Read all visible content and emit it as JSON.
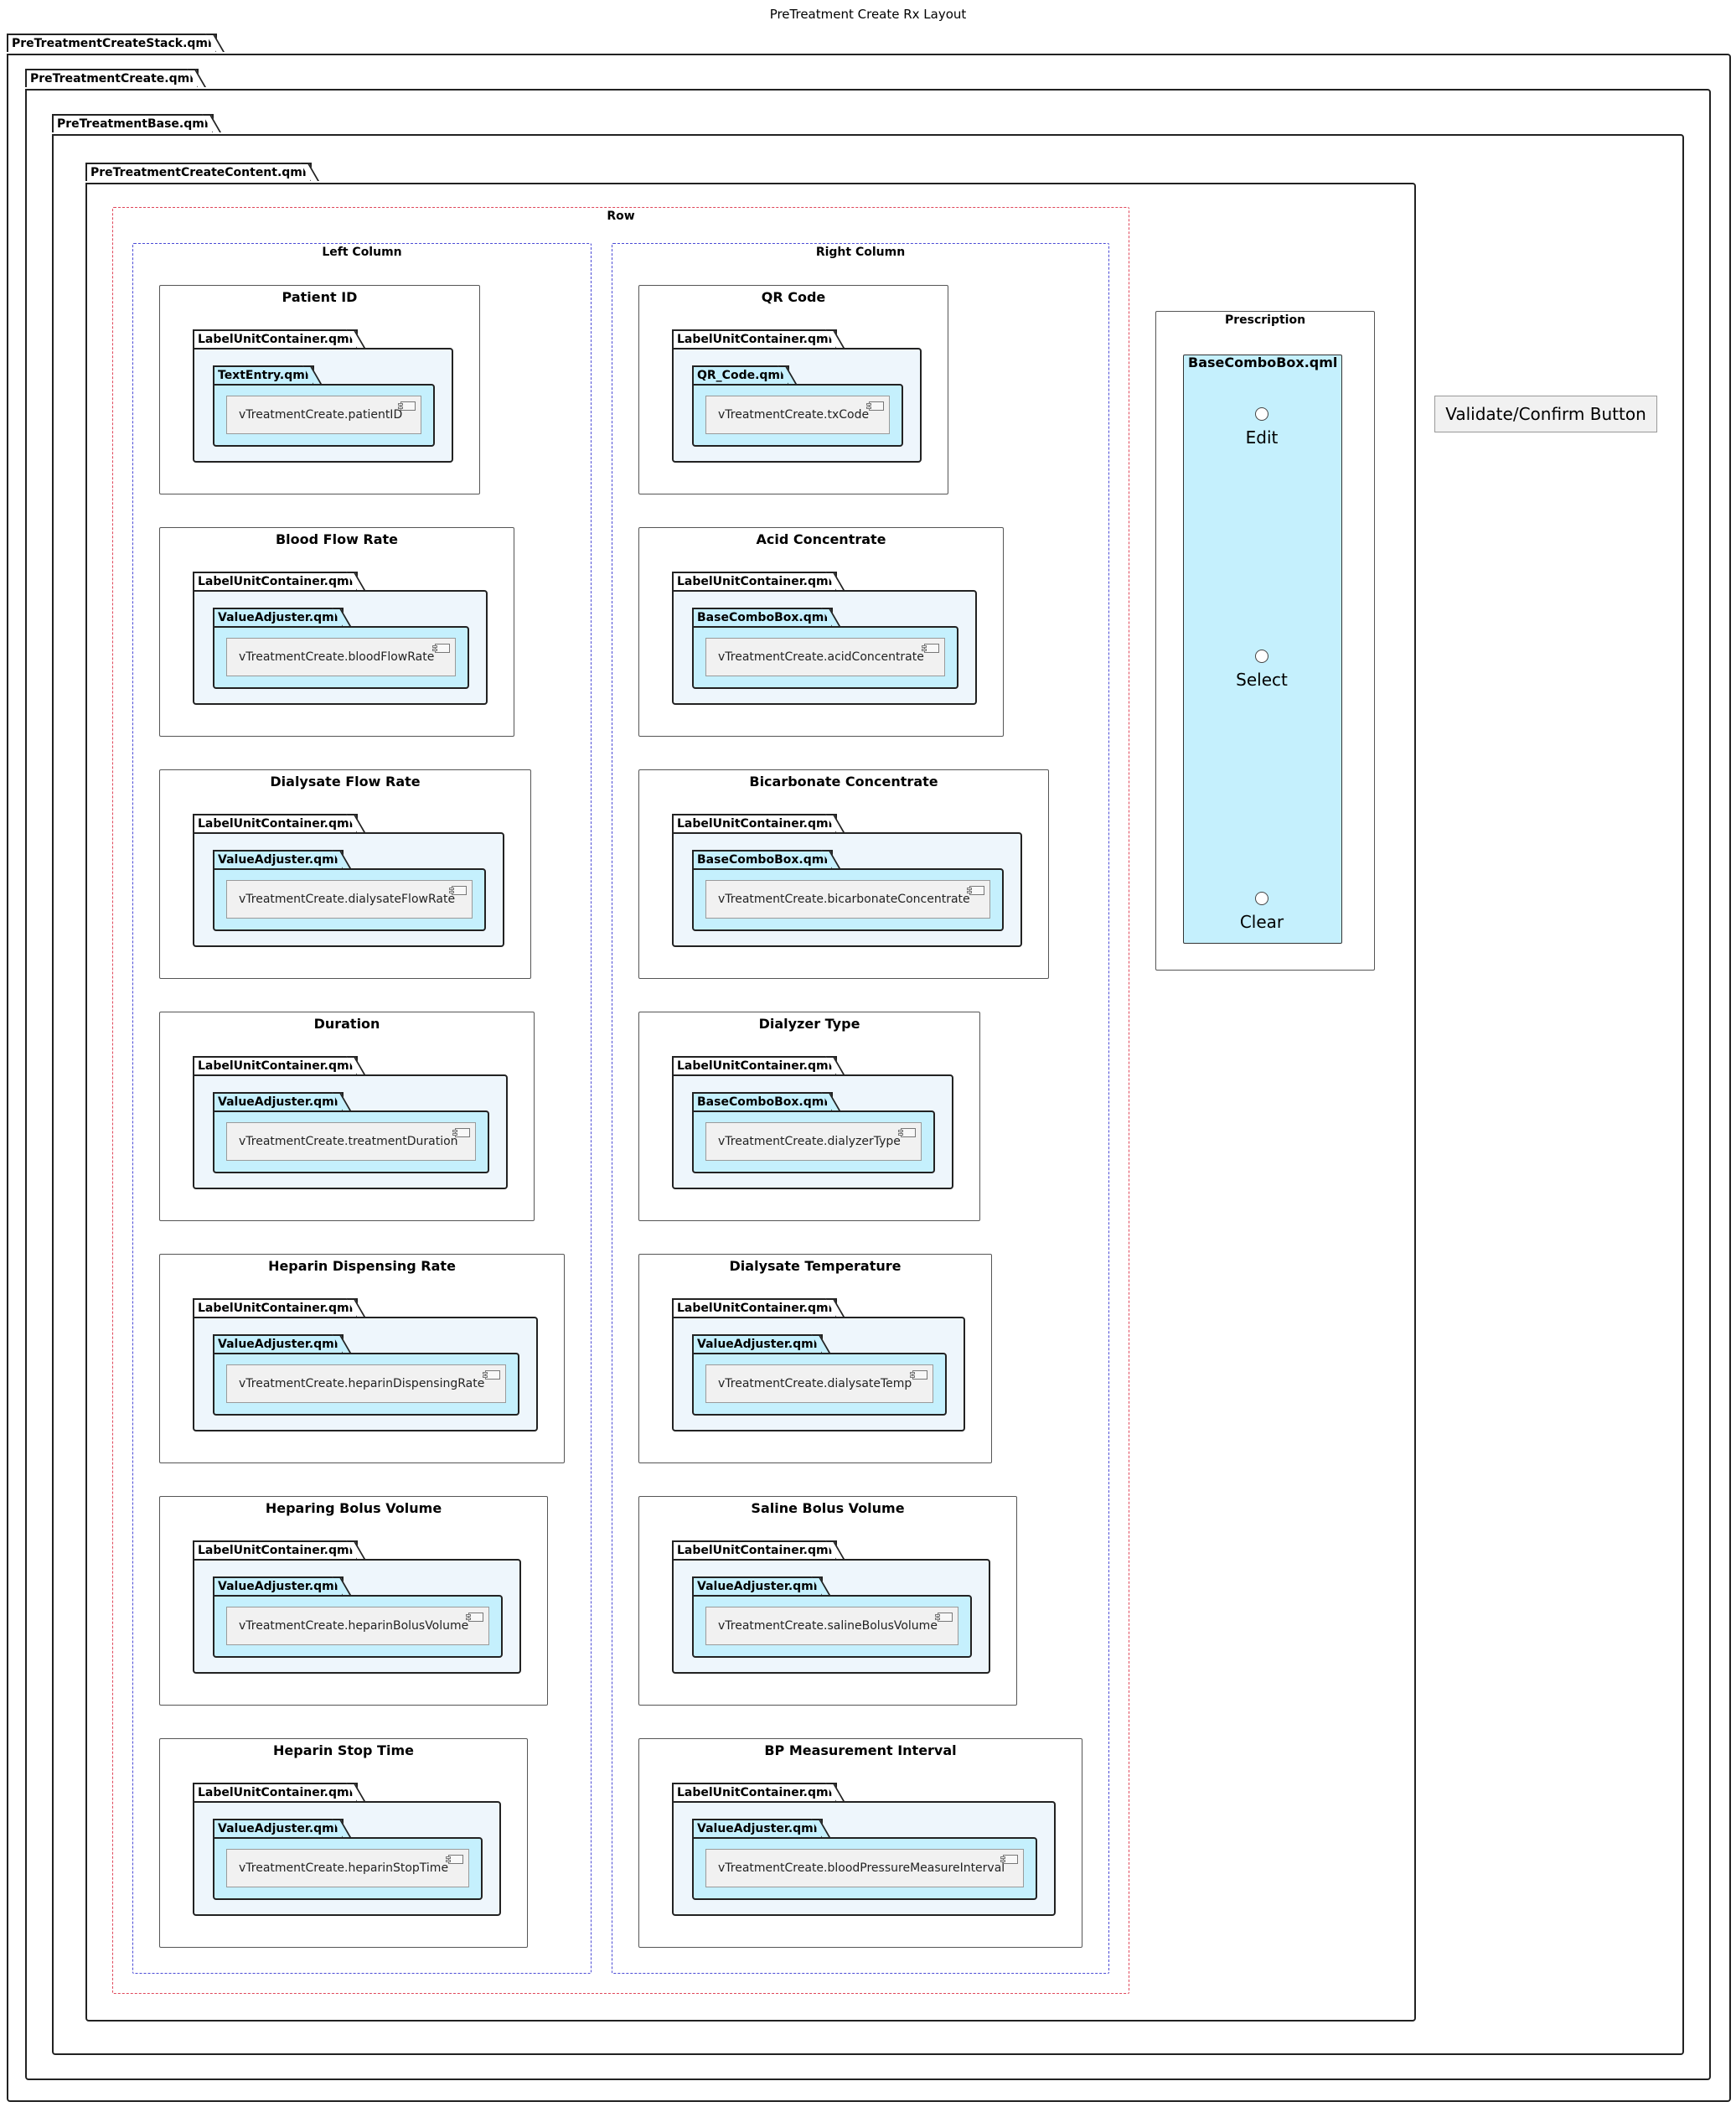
{
  "title": "PreTreatment Create Rx Layout",
  "packages": {
    "stack": "PreTreatmentCreateStack.qml",
    "create": "PreTreatmentCreate.qml",
    "base": "PreTreatmentBase.qml",
    "content": "PreTreatmentCreateContent.qml"
  },
  "row_label": "Row",
  "left_column": {
    "label": "Left Column",
    "groups": [
      {
        "title": "Patient ID",
        "container": "LabelUnitContainer.qml",
        "widget": "TextEntry.qml",
        "property": "vTreatmentCreate.patientID"
      },
      {
        "title": "Blood Flow Rate",
        "container": "LabelUnitContainer.qml",
        "widget": "ValueAdjuster.qml",
        "property": "vTreatmentCreate.bloodFlowRate"
      },
      {
        "title": "Dialysate Flow Rate",
        "container": "LabelUnitContainer.qml",
        "widget": "ValueAdjuster.qml",
        "property": "vTreatmentCreate.dialysateFlowRate"
      },
      {
        "title": "Duration",
        "container": "LabelUnitContainer.qml",
        "widget": "ValueAdjuster.qml",
        "property": "vTreatmentCreate.treatmentDuration"
      },
      {
        "title": "Heparin Dispensing Rate",
        "container": "LabelUnitContainer.qml",
        "widget": "ValueAdjuster.qml",
        "property": "vTreatmentCreate.heparinDispensingRate"
      },
      {
        "title": "Heparing Bolus Volume",
        "container": "LabelUnitContainer.qml",
        "widget": "ValueAdjuster.qml",
        "property": "vTreatmentCreate.heparinBolusVolume"
      },
      {
        "title": "Heparin Stop Time",
        "container": "LabelUnitContainer.qml",
        "widget": "ValueAdjuster.qml",
        "property": "vTreatmentCreate.heparinStopTime"
      }
    ]
  },
  "right_column": {
    "label": "Right Column",
    "groups": [
      {
        "title": "QR Code",
        "container": "LabelUnitContainer.qml",
        "widget": "QR_Code.qml",
        "property": "vTreatmentCreate.txCode"
      },
      {
        "title": "Acid Concentrate",
        "container": "LabelUnitContainer.qml",
        "widget": "BaseComboBox.qml",
        "property": "vTreatmentCreate.acidConcentrate"
      },
      {
        "title": "Bicarbonate Concentrate",
        "container": "LabelUnitContainer.qml",
        "widget": "BaseComboBox.qml",
        "property": "vTreatmentCreate.bicarbonateConcentrate"
      },
      {
        "title": "Dialyzer Type",
        "container": "LabelUnitContainer.qml",
        "widget": "BaseComboBox.qml",
        "property": "vTreatmentCreate.dialyzerType"
      },
      {
        "title": "Dialysate Temperature",
        "container": "LabelUnitContainer.qml",
        "widget": "ValueAdjuster.qml",
        "property": "vTreatmentCreate.dialysateTemp"
      },
      {
        "title": "Saline Bolus Volume",
        "container": "LabelUnitContainer.qml",
        "widget": "ValueAdjuster.qml",
        "property": "vTreatmentCreate.salineBolusVolume"
      },
      {
        "title": "BP Measurement Interval",
        "container": "LabelUnitContainer.qml",
        "widget": "ValueAdjuster.qml",
        "property": "vTreatmentCreate.bloodPressureMeasureInterval"
      }
    ]
  },
  "prescription": {
    "title": "Prescription",
    "widget": "BaseComboBox.qml",
    "options": [
      "Edit",
      "Select",
      "Clear"
    ]
  },
  "validate_button": "Validate/Confirm Button",
  "colors": {
    "outer_container_fill": "#eef6fc",
    "widget_fill": "#c5f0fd",
    "component_fill": "#f1f1f1",
    "row_border": "#e0475a",
    "column_border": "#4b4bd6"
  }
}
